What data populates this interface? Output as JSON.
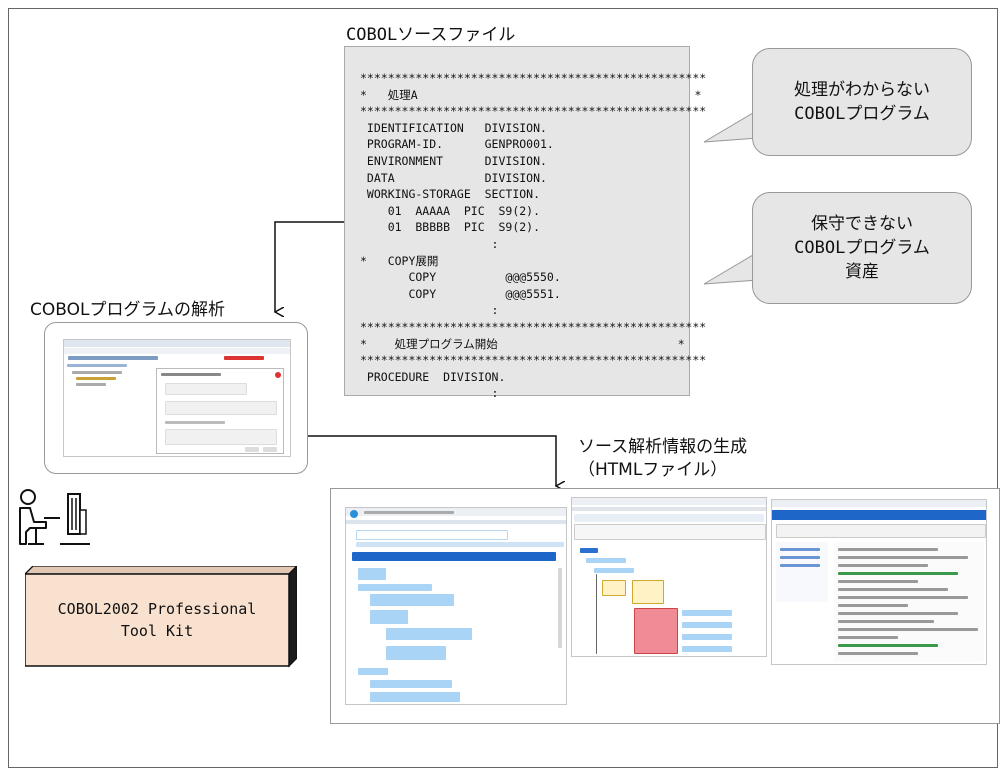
{
  "source_file": {
    "title": "COBOLソースファイル",
    "code": "**************************************************\n*   処理A                                        *\n**************************************************\n IDENTIFICATION   DIVISION.\n PROGRAM-ID.      GENPRO001.\n ENVIRONMENT      DIVISION.\n DATA             DIVISION.\n WORKING-STORAGE  SECTION.\n    01  AAAAA  PIC  S9(2).\n    01  BBBBB  PIC  S9(2).\n                   :\n*   COPY展開\n       COPY          @@@5550.\n       COPY          @@@5551.\n                   :\n**************************************************\n*    処理プログラム開始                          *\n**************************************************\n PROCEDURE  DIVISION.\n                   :"
  },
  "bubbles": {
    "unknown_processing": [
      "処理がわからない",
      "COBOLプログラム"
    ],
    "unmaintainable": [
      "保守できない",
      "COBOLプログラム",
      "資産"
    ]
  },
  "analysis_label": "COBOLプログラムの解析",
  "generation_label": [
    "ソース解析情報の生成",
    "（HTMLファイル）"
  ],
  "toolkit": [
    "COBOL2002 Professional",
    "Tool Kit"
  ],
  "colors": {
    "source_bg": "#e6e6e6",
    "toolkit_fill": "#f8e1cf",
    "html_blue": "#a9d4f5",
    "html_pink": "#f08c95"
  }
}
